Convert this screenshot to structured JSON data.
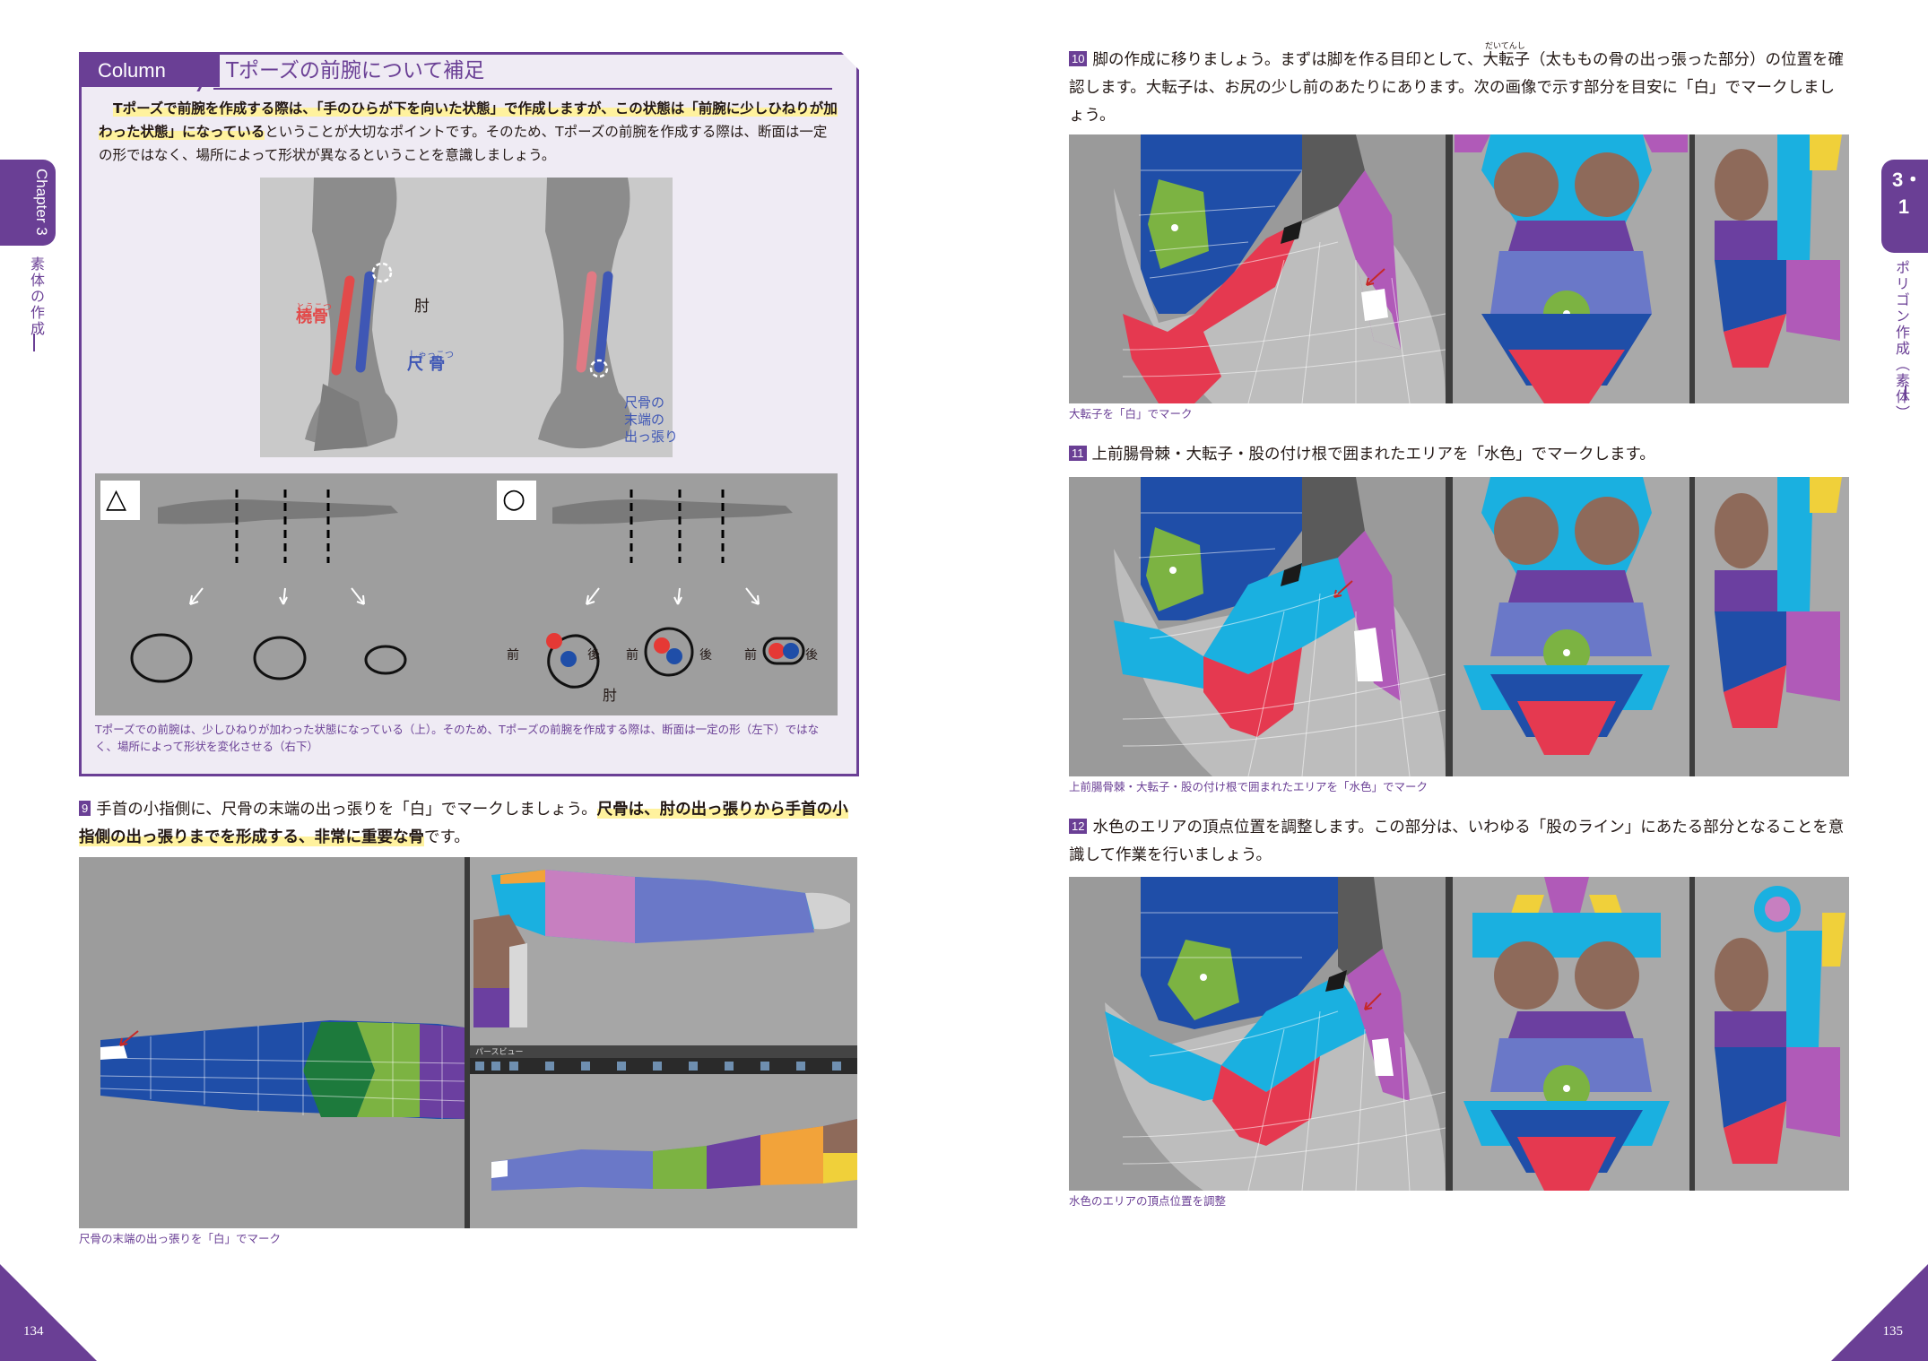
{
  "left_page": {
    "chapter_tab": "Chapter 3",
    "chapter_title": "素体の作成",
    "page_number": "134",
    "column": {
      "label": "Column",
      "title": "Tポーズの前腕について補足",
      "body_highlight_1": "Tポーズで前腕を作成する際は、「手のひらが下を向いた状態」で作成しますが、この状態は「前腕に少しひねりが加わった状態」になっている",
      "body_rest": "ということが大切なポイントです。そのため、Tポーズの前腕を作成する際は、断面は一定の形ではなく、場所によって形状が異なるということを意識しましょう。",
      "arm_labels": {
        "radius_ruby": "とうこつ",
        "radius": "橈骨",
        "elbow": "肘",
        "ulna_ruby": "しゃっこつ",
        "ulna": "尺 骨",
        "ulna_end": "尺骨の\n末端の\n出っ張り"
      },
      "diagram": {
        "bad_mark": "△",
        "good_mark": "○",
        "front": "前",
        "back": "後",
        "elbow": "肘"
      },
      "caption": "Tポーズでの前腕は、少しひねりが加わった状態になっている（上）。そのため、Tポーズの前腕を作成する際は、断面は一定の形（左下）ではなく、場所によって形状を変化させる（右下）"
    },
    "step9": {
      "number": "9",
      "text_plain": "手首の小指側に、尺骨の末端の出っ張りを「白」でマークしましょう。",
      "text_highlight": "尺骨は、肘の出っ張りから手首の小指側の出っ張りまでを形成する、非常に重要な骨",
      "text_end": "です。",
      "viewport_label": "パースビュー",
      "caption": "尺骨の末端の出っ張りを「白」でマーク"
    }
  },
  "right_page": {
    "section_tab": "3・1",
    "section_title": "ポリゴン作成（素体）",
    "page_number": "135",
    "step10": {
      "number": "10",
      "ruby": "だいてんし",
      "text": "脚の作成に移りましょう。まずは脚を作る目印として、大転子（太ももの骨の出っ張った部分）の位置を確認します。大転子は、お尻の少し前のあたりにあります。次の画像で示す部分を目安に「白」でマークしましょう。",
      "caption": "大転子を「白」でマーク"
    },
    "step11": {
      "number": "11",
      "text": "上前腸骨棘・大転子・股の付け根で囲まれたエリアを「水色」でマークします。",
      "caption": "上前腸骨棘・大転子・股の付け根で囲まれたエリアを「水色」でマーク"
    },
    "step12": {
      "number": "12",
      "text": "水色のエリアの頂点位置を調整します。この部分は、いわゆる「股のライン」にあたる部分となることを意識して作業を行いましょう。",
      "caption": "水色のエリアの頂点位置を調整"
    }
  },
  "colors": {
    "accent": "#6a3f95",
    "highlight": "#fff29e",
    "mesh_blue": "#1f4ea8",
    "mesh_green": "#7cb342",
    "mesh_red": "#e53950",
    "mesh_cyan": "#1ab0e0",
    "mesh_purple": "#6b3fa0",
    "mesh_magenta": "#b05ab8",
    "mesh_gray": "#bdbdbd"
  }
}
